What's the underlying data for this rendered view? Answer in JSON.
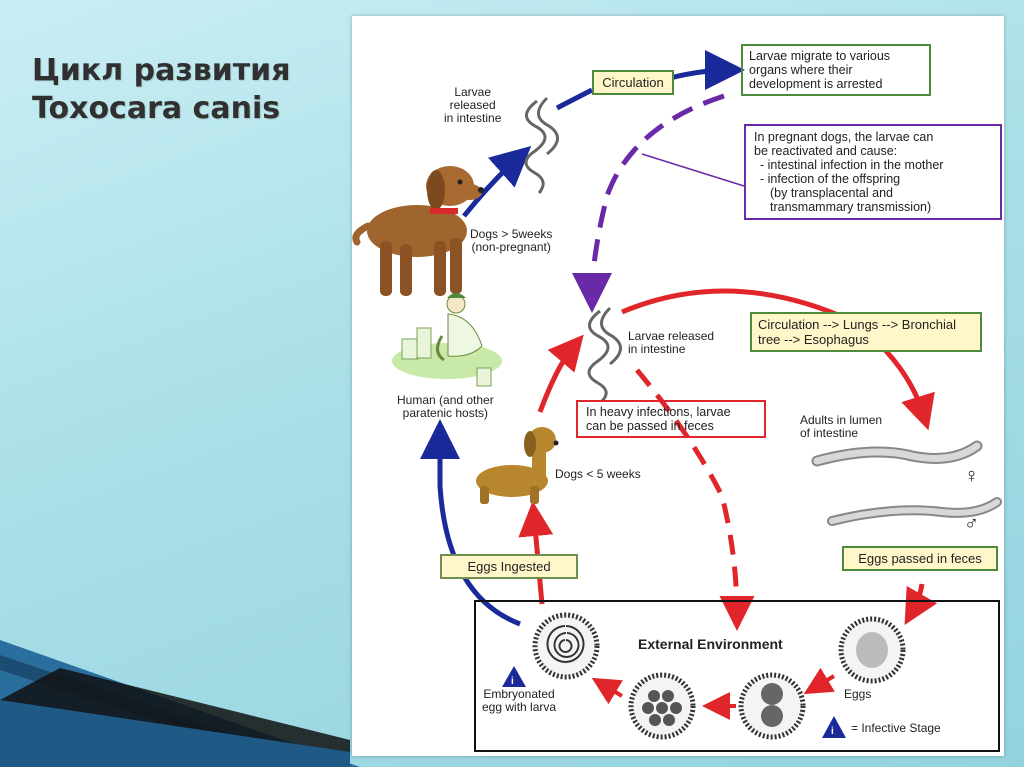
{
  "slide": {
    "title_line1": "Цикл развития",
    "title_line2": "Toxocara canis"
  },
  "diagram": {
    "circulation": "Circulation",
    "larvae_migrate": [
      "Larvae migrate to various",
      "organs where their",
      "development is arrested"
    ],
    "larvae_released_top": [
      "Larvae",
      "released",
      "in intestine"
    ],
    "pregnant_note": [
      "In pregnant dogs, the larvae can",
      "be reactivated and cause:",
      "- intestinal infection in the mother",
      "- infection of the offspring",
      "(by transplacental and",
      "transmammary transmission)"
    ],
    "dogs_over5": [
      "Dogs > 5weeks",
      "(non-pregnant)"
    ],
    "larvae_released_mid": [
      "Larvae released",
      "in intestine"
    ],
    "circulation_lungs": [
      "Circulation --> Lungs --> Bronchial",
      "tree --> Esophagus"
    ],
    "human_hosts": [
      "Human (and other",
      "paratenic hosts)"
    ],
    "heavy_infections": [
      "In heavy infections, larvae",
      "can be passed in feces"
    ],
    "adults_lumen": [
      "Adults in lumen",
      "of intestine"
    ],
    "dogs_under5": "Dogs < 5 weeks",
    "female_symbol": "♀",
    "male_symbol": "♂",
    "eggs_ingested": "Eggs Ingested",
    "eggs_passed": "Eggs passed in feces",
    "external_env": "External Environment",
    "eggs": "Eggs",
    "embryonated": [
      "Embryonated",
      "egg with larva"
    ],
    "infective_stage": "= Infective Stage",
    "infective_symbol": "i",
    "colors": {
      "blue": "#1a2a9a",
      "purple": "#6a2aa8",
      "red": "#e0262a",
      "green": "#4e8a3b"
    }
  }
}
